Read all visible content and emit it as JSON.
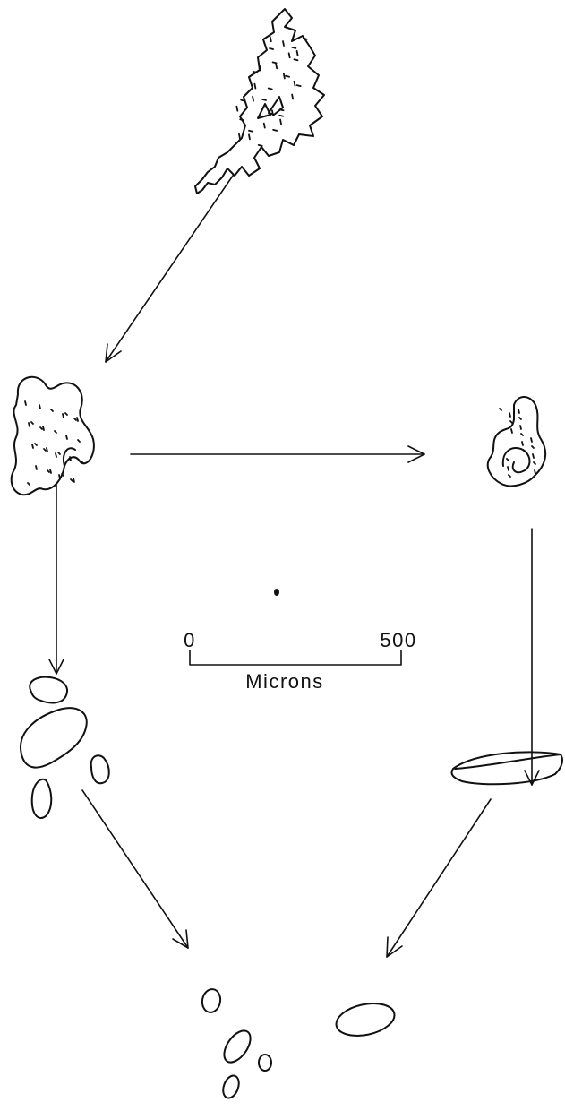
{
  "scale_bar": {
    "start_label": "0",
    "end_label": "500",
    "unit_label": "Microns"
  },
  "colors": {
    "ink": "#111111",
    "background": "#ffffff"
  }
}
